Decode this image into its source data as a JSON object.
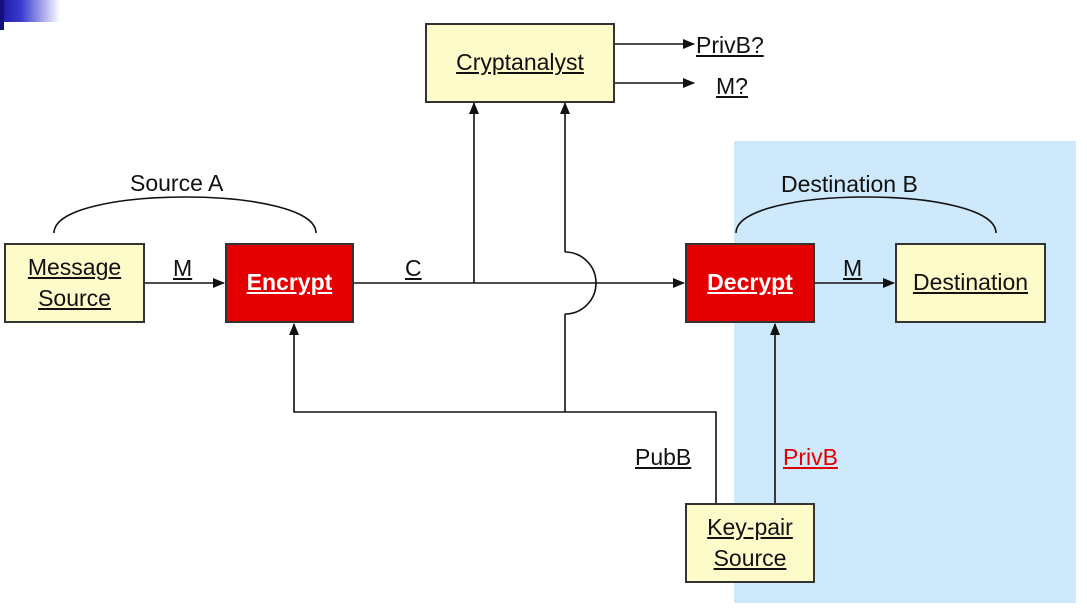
{
  "nodes": {
    "cryptanalyst": "Cryptanalyst",
    "message_source_line1": "Message",
    "message_source_line2": "Source",
    "encrypt": "Encrypt",
    "decrypt": "Decrypt",
    "destination": "Destination",
    "keypair_line1": "Key-pair",
    "keypair_line2": "Source"
  },
  "labels": {
    "source_a": "Source A",
    "destination_b": "Destination B",
    "m_left": "M",
    "c": "C",
    "m_right": "M",
    "privb_q": "PrivB?",
    "m_q": "M?",
    "pubb": "PubB",
    "privb": "PrivB"
  },
  "colors": {
    "box_fill": "#fdfbc9",
    "encrypt_fill": "#e40000",
    "destination_panel": "#cde9fb",
    "privb_label": "#e00000"
  }
}
